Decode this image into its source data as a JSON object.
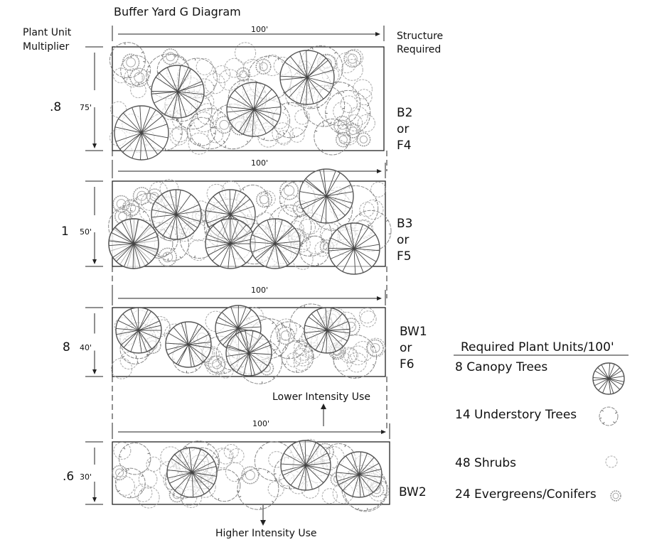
{
  "title": "Buffer Yard G Diagram",
  "left_header": "Plant Unit\nMultiplier",
  "right_header": "Structure\nRequired",
  "panels": [
    {
      "width_label": "100'",
      "depth_label": "75'",
      "multiplier": ".8",
      "structure": [
        "B2",
        "or",
        "F4"
      ]
    },
    {
      "width_label": "100'",
      "depth_label": "50'",
      "multiplier": "1",
      "structure": [
        "B3",
        "or",
        "F5"
      ]
    },
    {
      "width_label": "100'",
      "depth_label": "40'",
      "multiplier": "8",
      "structure": [
        "BW1",
        "or",
        "F6"
      ]
    },
    {
      "width_label": "100'",
      "depth_label": "30'",
      "multiplier": ".6",
      "structure": [
        "BW2"
      ]
    }
  ],
  "lower_use": "Lower Intensity Use",
  "higher_use": "Higher Intensity Use",
  "legend": {
    "title": "Required Plant Units/100'",
    "items": [
      {
        "label": "8 Canopy Trees",
        "icon": "canopy-tree-icon"
      },
      {
        "label": "14 Understory Trees",
        "icon": "understory-tree-icon"
      },
      {
        "label": "48 Shrubs",
        "icon": "shrub-icon"
      },
      {
        "label": "24 Evergreens/Conifers",
        "icon": "evergreen-icon"
      }
    ]
  }
}
